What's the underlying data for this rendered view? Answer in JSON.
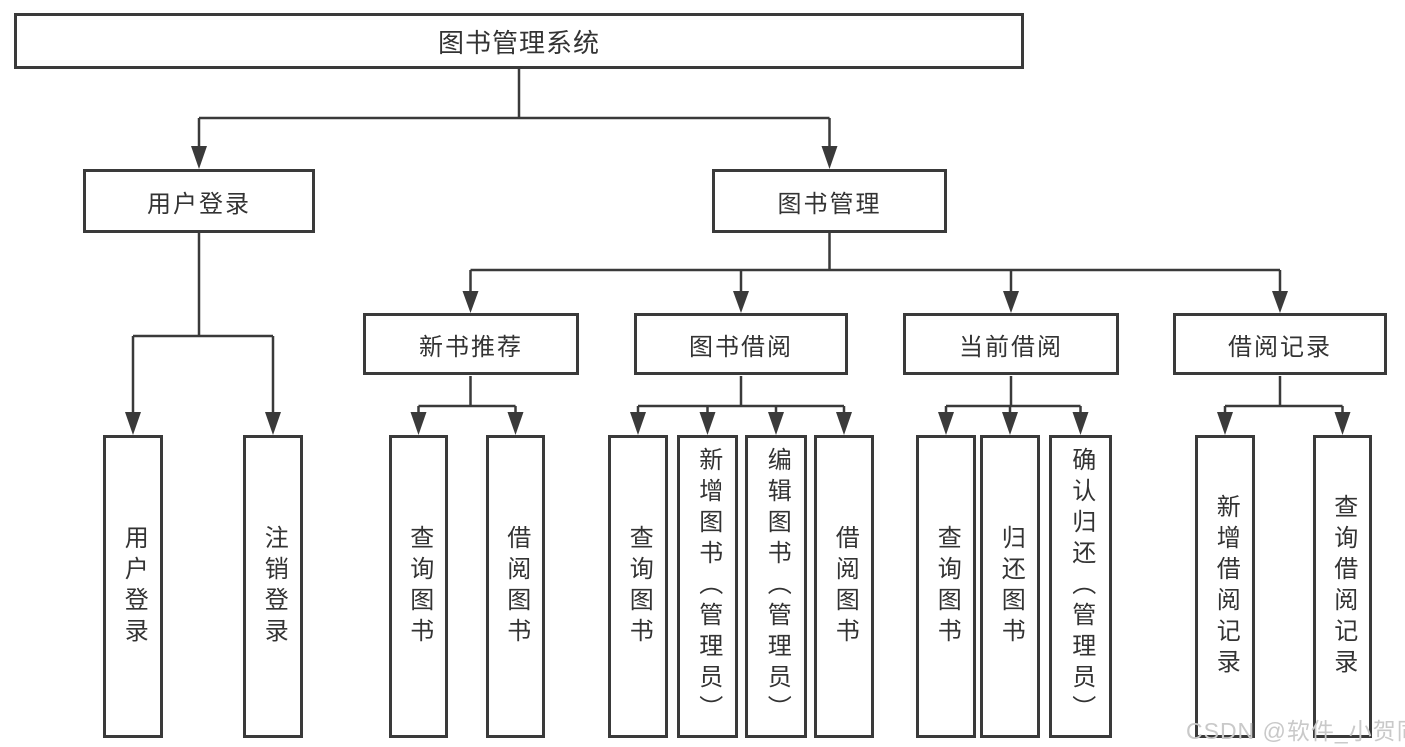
{
  "title": "图书管理系统",
  "level2": [
    {
      "label": "用户登录"
    },
    {
      "label": "图书管理"
    }
  ],
  "level3": [
    {
      "label": "新书推荐"
    },
    {
      "label": "图书借阅"
    },
    {
      "label": "当前借阅"
    },
    {
      "label": "借阅记录"
    }
  ],
  "leaves": {
    "login": [
      {
        "label": "用户登录"
      },
      {
        "label": "注销登录"
      }
    ],
    "recommend": [
      {
        "label": "查询图书"
      },
      {
        "label": "借阅图书"
      }
    ],
    "borrow": [
      {
        "label": "查询图书"
      },
      {
        "label": "新增图书（管理员）"
      },
      {
        "label": "编辑图书（管理员）"
      },
      {
        "label": "借阅图书"
      }
    ],
    "current": [
      {
        "label": "查询图书"
      },
      {
        "label": "归还图书"
      },
      {
        "label": "确认归还（管理员）"
      }
    ],
    "records": [
      {
        "label": "新增借阅记录"
      },
      {
        "label": "查询借阅记录"
      }
    ]
  },
  "watermark": "CSDN @软件_小贺同学",
  "colors": {
    "line": "#3a3a3a",
    "text": "#333333",
    "watermark": "#c9c9c9",
    "background": "#ffffff"
  }
}
